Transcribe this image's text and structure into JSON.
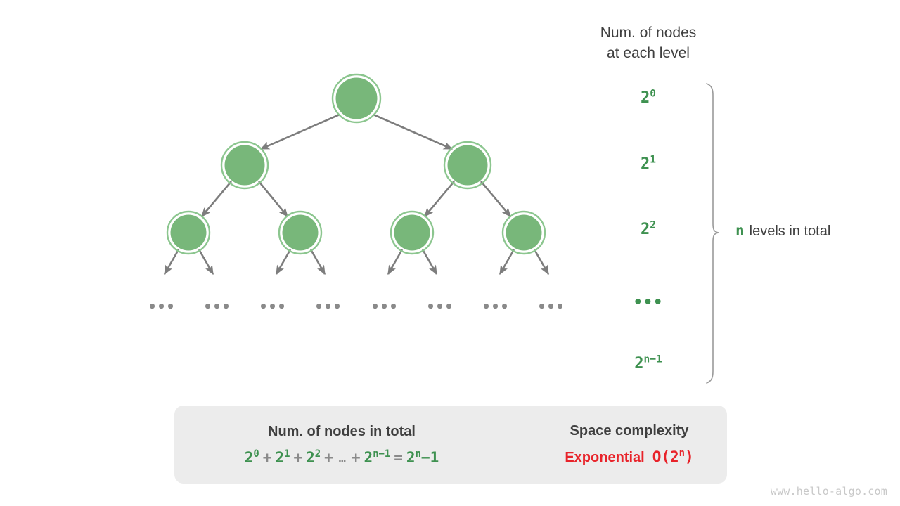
{
  "diagram": {
    "title_lines": [
      "Num. of nodes",
      "at each level"
    ],
    "levels_total_n": "n",
    "levels_total_text": "levels in total",
    "colors": {
      "node_fill": "#78b77a",
      "node_ring": "#8cc68f",
      "arrow": "#7d7d7d",
      "green_text": "#3e9150",
      "dark_text": "#3f3f3f",
      "gray_text": "#8a8a8a",
      "red_text": "#e8232a",
      "panel_bg": "#ececec",
      "brace": "#9a9a9a",
      "watermark": "#c9c9c9"
    },
    "level_labels": [
      {
        "base": "2",
        "exp": "0"
      },
      {
        "base": "2",
        "exp": "1"
      },
      {
        "base": "2",
        "exp": "2"
      },
      {
        "base": "•••",
        "exp": ""
      },
      {
        "base": "2",
        "exp": "n−1"
      }
    ],
    "tree_ellipses": [
      "•••",
      "•••",
      "•••",
      "•••",
      "•••",
      "•••",
      "•••",
      "•••"
    ]
  },
  "panel": {
    "left_title": "Num. of nodes in total",
    "right_title": "Space complexity",
    "formula": {
      "terms": [
        {
          "base": "2",
          "exp": "0"
        },
        {
          "base": "2",
          "exp": "1"
        },
        {
          "base": "2",
          "exp": "2"
        }
      ],
      "plus": "+",
      "ellipsis": "…",
      "term_last": {
        "base": "2",
        "exp": "n−1"
      },
      "equals": "=",
      "result": {
        "base": "2",
        "exp": "n",
        "suffix": "−1"
      }
    },
    "complexity_word": "Exponential",
    "complexity_bigo_prefix": "O(2",
    "complexity_bigo_exp": "n",
    "complexity_bigo_suffix": ")"
  },
  "watermark": "www.hello-algo.com"
}
